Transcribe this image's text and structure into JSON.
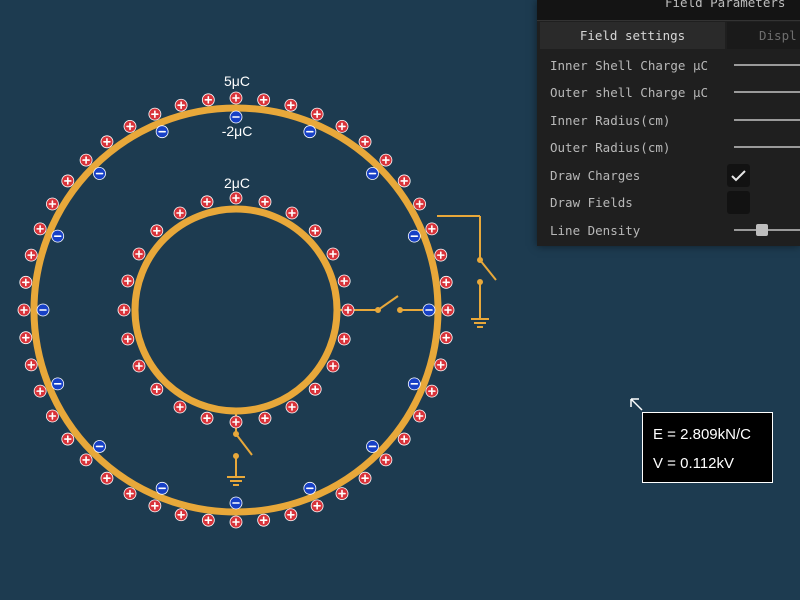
{
  "panel": {
    "title": "Field Parameters",
    "tabs": [
      {
        "label": "Field settings",
        "active": true
      },
      {
        "label": "Displ",
        "active": false
      }
    ],
    "rows": [
      {
        "label": "Inner Shell Charge μC",
        "type": "slider"
      },
      {
        "label": "Outer shell Charge μC",
        "type": "slider"
      },
      {
        "label": "Inner Radius(cm)",
        "type": "slider"
      },
      {
        "label": "Outer Radius(cm)",
        "type": "slider"
      },
      {
        "label": "Draw Charges",
        "type": "checkbox",
        "checked": true
      },
      {
        "label": "Draw Fields",
        "type": "checkbox",
        "checked": false
      },
      {
        "label": "Line Density",
        "type": "slider",
        "value_fraction": 0.35
      }
    ]
  },
  "scene": {
    "outer_shell_label": "5μC",
    "outer_inner_label": "-2μC",
    "inner_shell_label": "2μC",
    "colors": {
      "shell": "#e8a83a",
      "positive": "#d8333a",
      "negative": "#1740c6",
      "background": "#1d3b50"
    }
  },
  "readout": {
    "field": "E = 2.809kN/C",
    "potential": "V = 0.112kV"
  }
}
